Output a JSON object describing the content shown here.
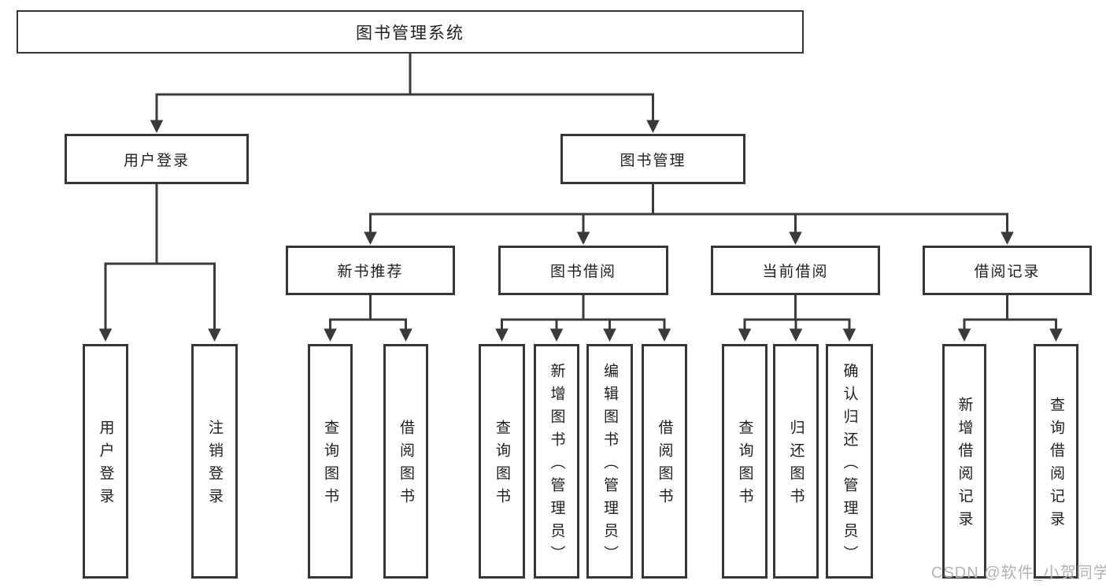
{
  "diagram_title": "图书管理系统",
  "watermark": "CSDN @软件_小贺同学",
  "colors": {
    "line": "#3a3a3a",
    "box_border": "#363636",
    "text": "#1f1f1f",
    "watermark": "#b3b3b3",
    "background": "#ffffff"
  },
  "nodes": {
    "root": "图书管理系统",
    "user_login": "用户登录",
    "book_mgmt": "图书管理",
    "new_book_rec": "新书推荐",
    "book_borrow": "图书借阅",
    "current_borrow": "当前借阅",
    "borrow_record": "借阅记录",
    "leaves": {
      "a1": "用户登录",
      "a2": "注销登录",
      "b1": "查询图书",
      "b2": "借阅图书",
      "c1": "查询图书",
      "c2": "新增图书（管理员）",
      "c3": "编辑图书（管理员）",
      "c4": "借阅图书",
      "d1": "查询图书",
      "d2": "归还图书",
      "d3": "确认归还（管理员）",
      "e1": "新增借阅记录",
      "e2": "查询借阅记录"
    }
  },
  "hierarchy": {
    "label": "图书管理系统",
    "children": [
      {
        "label": "用户登录",
        "children": [
          {
            "label": "用户登录"
          },
          {
            "label": "注销登录"
          }
        ]
      },
      {
        "label": "图书管理",
        "children": [
          {
            "label": "新书推荐",
            "children": [
              {
                "label": "查询图书"
              },
              {
                "label": "借阅图书"
              }
            ]
          },
          {
            "label": "图书借阅",
            "children": [
              {
                "label": "查询图书"
              },
              {
                "label": "新增图书（管理员）"
              },
              {
                "label": "编辑图书（管理员）"
              },
              {
                "label": "借阅图书"
              }
            ]
          },
          {
            "label": "当前借阅",
            "children": [
              {
                "label": "查询图书"
              },
              {
                "label": "归还图书"
              },
              {
                "label": "确认归还（管理员）"
              }
            ]
          },
          {
            "label": "借阅记录",
            "children": [
              {
                "label": "新增借阅记录"
              },
              {
                "label": "查询借阅记录"
              }
            ]
          }
        ]
      }
    ]
  }
}
